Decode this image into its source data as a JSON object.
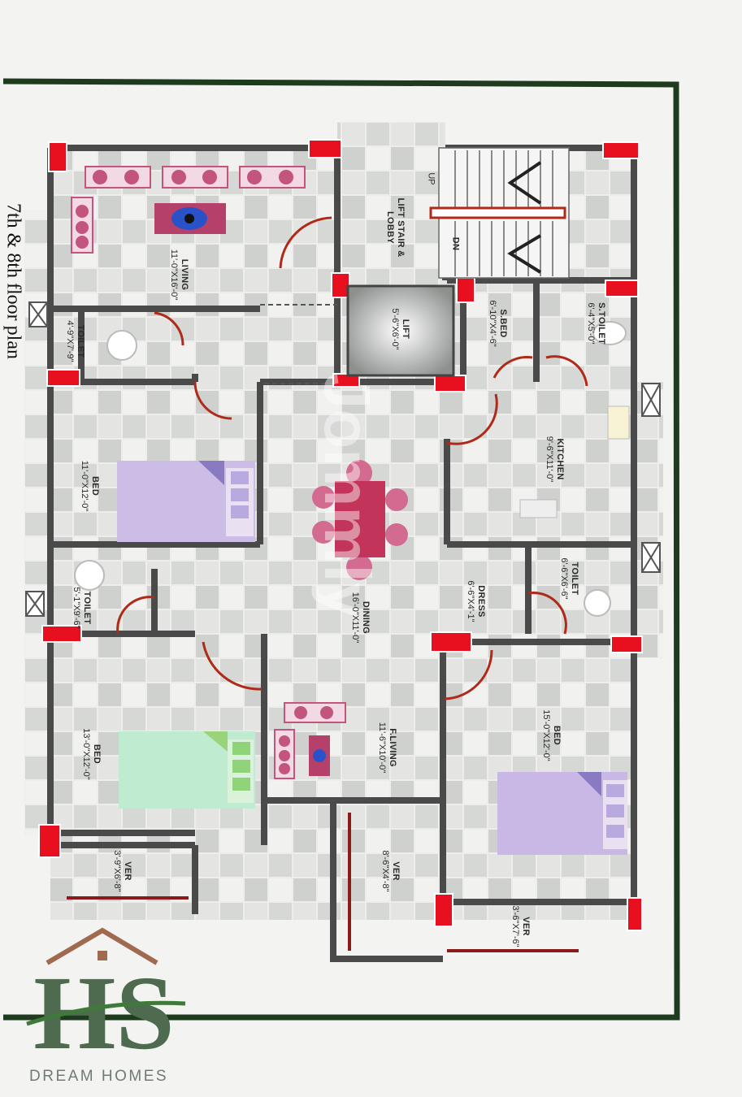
{
  "plan_title": "7th & 8th floor plan",
  "watermark": "Jommly",
  "brand": {
    "logo_letters": "HS",
    "name": "DREAM HOMES",
    "colors": {
      "roof": "#a06a4e",
      "letters": "#4e6b4f",
      "swoosh": "#3f7a3a",
      "text": "#6f7b73"
    }
  },
  "rooms": {
    "living": {
      "name": "LIVING",
      "dims": "11'-0\"X16'-0\""
    },
    "lift_lobby": {
      "name": "LIFT STAIR &",
      "name2": "LOBBY"
    },
    "stair_up": "UP",
    "stair_dn": "DN",
    "lift": {
      "name": "LIFT",
      "dims": "5'-6\"X6'-0\""
    },
    "s_bed": {
      "name": "S.BED",
      "dims": "6'-10\"X4'-6\""
    },
    "s_toilet": {
      "name": "S.TOILET",
      "dims": "6'-4\"X5'-0\""
    },
    "toilet_1": {
      "name": "TOILET",
      "dims": "4'-9\"X7'-9\""
    },
    "bed_1": {
      "name": "BED",
      "dims": "11'-0\"X12'-0\""
    },
    "kitchen": {
      "name": "KITCHEN",
      "dims": "9'-6\"X11'-0\""
    },
    "dining": {
      "name": "DINING",
      "dims": "16'-0\"X11'-0\""
    },
    "toilet_2": {
      "name": "TOILET",
      "dims": "6'-6\"X6'-6\""
    },
    "dress": {
      "name": "DRESS",
      "dims": "6'-6\"X4'-1\""
    },
    "toilet_3": {
      "name": "TOILET",
      "dims": "5'-1\"X9'-6\""
    },
    "bed_2": {
      "name": "BED",
      "dims": "13'-0\"X12'-0\""
    },
    "f_living": {
      "name": "F.LIVING",
      "dims": "11'-6\"X10'-0\""
    },
    "bed_3": {
      "name": "BED",
      "dims": "15'-0\"X12'-0\""
    },
    "ver_1": {
      "name": "VER",
      "dims": "3'-9\"X6'-8\""
    },
    "ver_2": {
      "name": "VER",
      "dims": "8'-6\"X4'-8\""
    },
    "ver_3": {
      "name": "VER",
      "dims": "3'-6\"X7'-6\""
    }
  },
  "colors": {
    "wall": "#4a4a4a",
    "column": "#e8101e",
    "door": "#b02a1a",
    "tile_dark": "#c9cbc8",
    "tile_light": "#ececea",
    "bed_purple": "#c9b8e6",
    "bed_green": "#b7e8c9",
    "sofa": "#c2547e",
    "table": "#c2345a"
  }
}
